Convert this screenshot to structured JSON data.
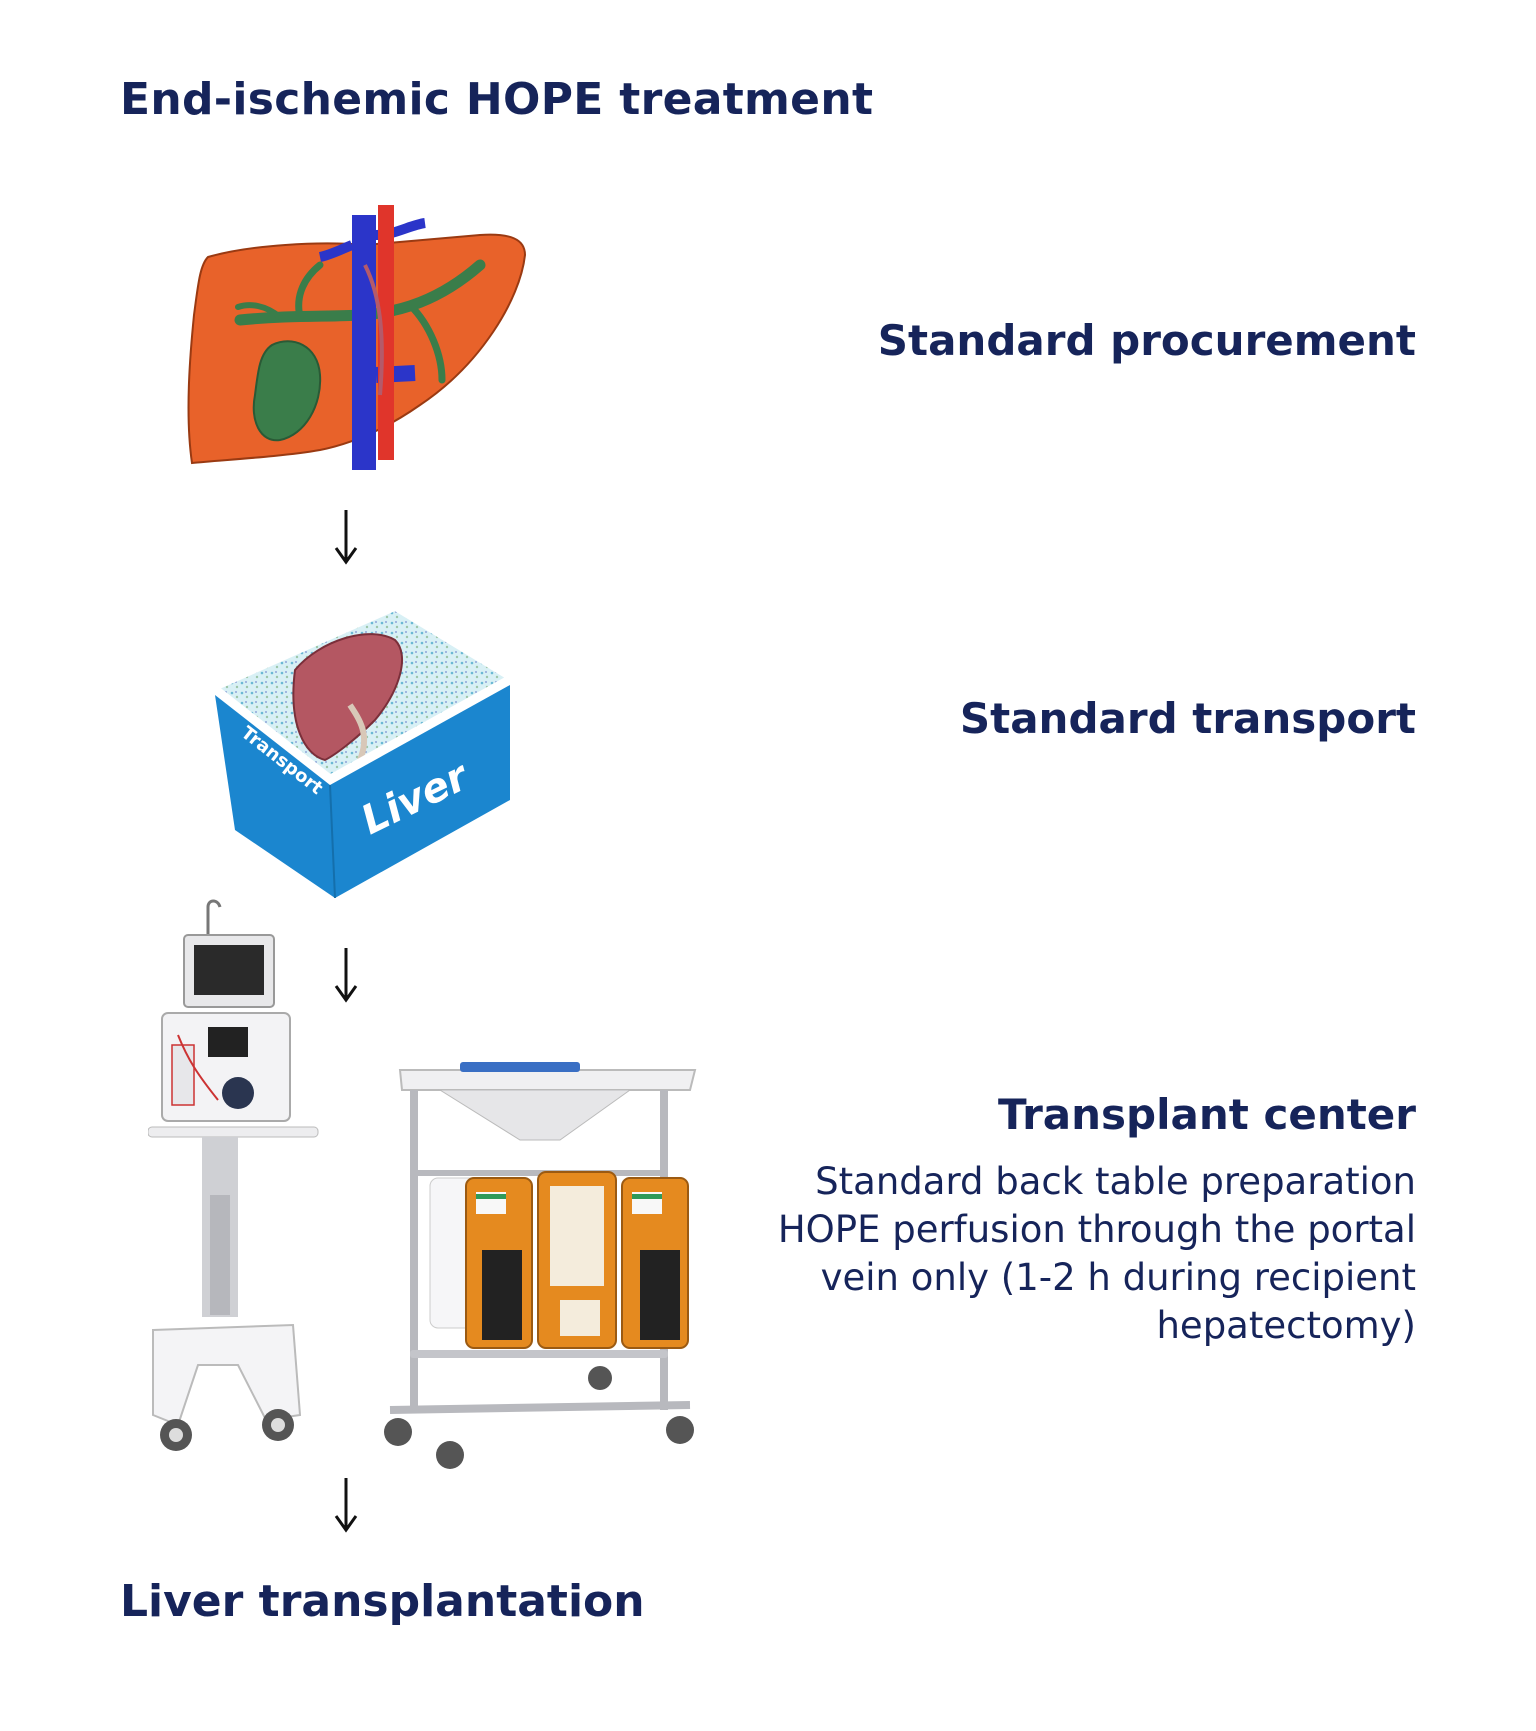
{
  "title": "End-ischemic HOPE treatment",
  "steps": [
    {
      "label": "Standard procurement"
    },
    {
      "label": "Standard transport"
    },
    {
      "label": "Transplant center",
      "description_lines": [
        "Standard back table preparation",
        "HOPE perfusion through the portal",
        "vein only (1-2 h during recipient",
        "hepatectomy)"
      ]
    }
  ],
  "final_step": "Liver transplantation",
  "transport_box": {
    "side_text_left": "Transport",
    "side_text_front": "Liver"
  },
  "colors": {
    "text": "#16245a",
    "liver": "#e8622a",
    "vein_blue": "#2b35c9",
    "artery_red": "#e0352b",
    "bile_green": "#3a7d4a",
    "box_blue": "#1b86cf",
    "device_orange": "#e58a1f"
  }
}
